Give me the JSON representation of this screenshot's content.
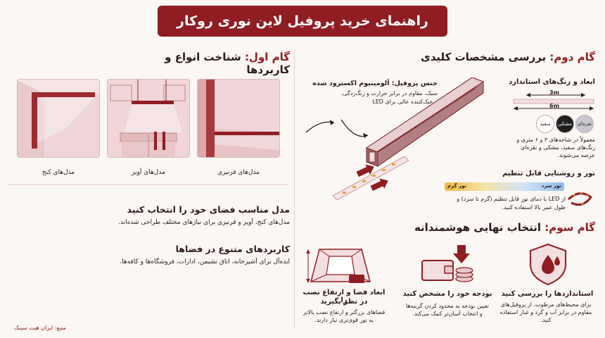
{
  "header": {
    "title": "راهنمای خرید پروفیل لاین نوری روکار"
  },
  "step1": {
    "heading_prefix": "گام اول:",
    "heading_rest": "شناخت انواع و کاربردها",
    "cards": [
      {
        "label": "مدل‌های کنج"
      },
      {
        "label": "مدل‌های آویز"
      },
      {
        "label": "مدل‌های قرنیزی"
      }
    ],
    "choose_title": "مدل مناسب فضای خود را انتخاب کنید",
    "choose_body": "مدل‌های کنج، آویز و قرنیزی برای نیازهای مختلف طراحی شده‌اند.",
    "uses_title": "کاربردهای متنوع در فضاها",
    "uses_body": "ایده‌آل برای آشپزخانه، اتاق نشیمن، ادارات، فروشگاه‌ها و کافه‌ها."
  },
  "step2": {
    "heading_prefix": "گام دوم:",
    "heading_rest": "بررسی مشخصات کلیدی",
    "material_title": "جنس پروفیل: آلومینیوم اکسترود شده",
    "material_line1": "سبک، مقاوم در برابر حرارت و زنگ‌زدگی،",
    "material_line2": "و خنک‌کننده عالی برای LED",
    "dims_title": "ابعاد و رنگ‌های استاندارد",
    "len_3": "3m",
    "len_6": "6m",
    "colors": [
      "نقره‌ای",
      "مشکی",
      "سفید"
    ],
    "dims_line1": "معمولاً در شاخه‌های ۳ و ۶ متری و",
    "dims_line2": "رنگ‌های سفید، مشکی و نقره‌ای",
    "dims_line3": "عرضه می‌شوند.",
    "light_title": "نور و روشنایی قابل تنظیم",
    "cool_label": "نور سرد",
    "warm_label": "نور گرم",
    "light_line1": "از LED با دمای نور قابل تنظیم (گرم تا سرد) و",
    "light_line2": "طول عمر بالا استفاده کنید."
  },
  "step3": {
    "heading_prefix": "گام سوم:",
    "heading_rest": "انتخاب نهایی هوشمندانه",
    "items": [
      {
        "title": "استانداردها را بررسی کنید",
        "line1": "برای محیط‌های مرطوب، از پروفیل‌های",
        "line2": "مقاوم در برابر آب و گرد و غبار استفاده",
        "line3": "کنید."
      },
      {
        "title": "بودجه خود را مشخص کنید",
        "line1": "تعیین بودجه به محدود کردن گزینه‌ها",
        "line2": "و انتخاب آسان‌تر کمک می‌کند.",
        "line3": ""
      },
      {
        "title": "ابعاد فضا و ارتفاع نصب را",
        "title2": "در نظر بگیرید",
        "line1": "فضاهای بزرگتر و ارتفاع نصب بالاتر",
        "line2": "به نور قوی‌تری نیاز دارند.",
        "line3": ""
      }
    ]
  },
  "source": "منبع: ایران هیت سینک",
  "colors": {
    "accent": "#8f1d22",
    "pink": "#f3dfe0",
    "bg": "#fbf7f4"
  }
}
